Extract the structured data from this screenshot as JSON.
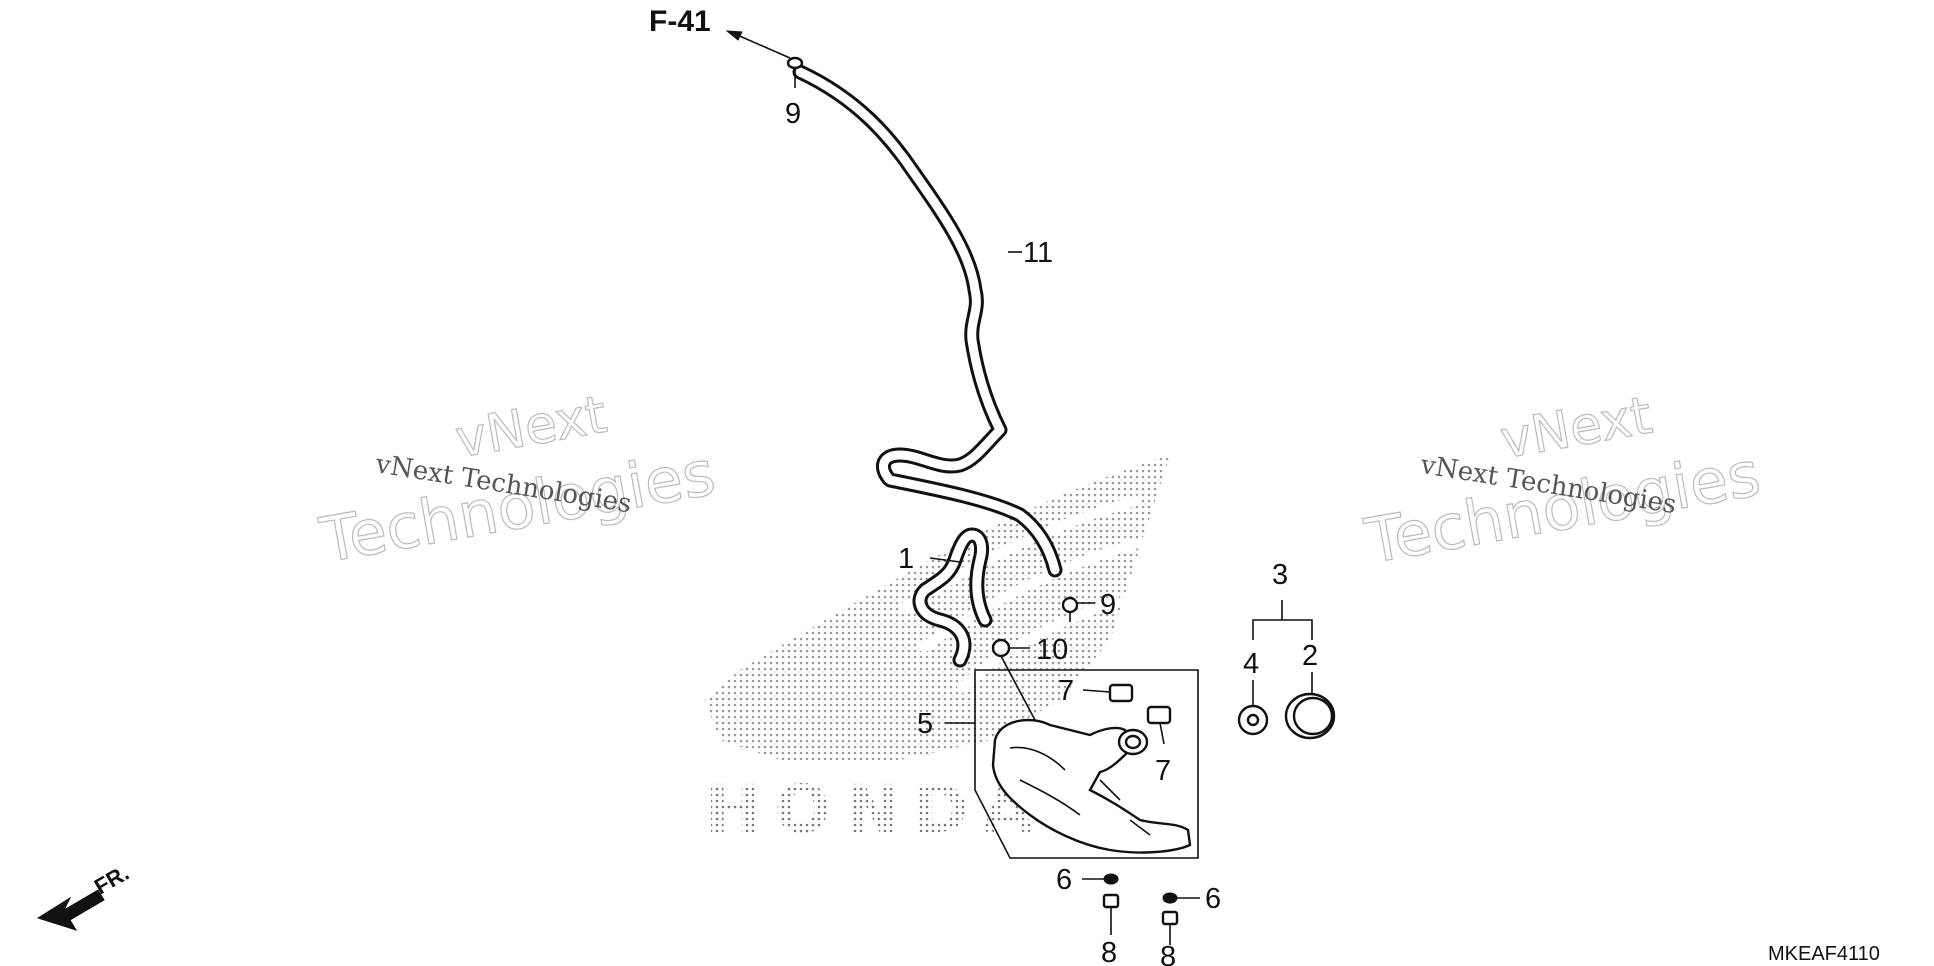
{
  "diagram_code": "MKEAF4110",
  "reference": {
    "label": "F-41"
  },
  "front_indicator": {
    "label": "FR."
  },
  "watermark": {
    "line_small": "vNext Technologies",
    "line_big_1": "vNext",
    "line_big_2": "Technologies"
  },
  "logo_letters": "HONDA",
  "callouts": {
    "c1": "1",
    "c2": "2",
    "c3": "3",
    "c4": "4",
    "c5": "5",
    "c6a": "6",
    "c6b": "6",
    "c7a": "7",
    "c7b": "7",
    "c8a": "8",
    "c8b": "8",
    "c9a": "9",
    "c9b": "9",
    "c10": "10",
    "c11": "11"
  }
}
